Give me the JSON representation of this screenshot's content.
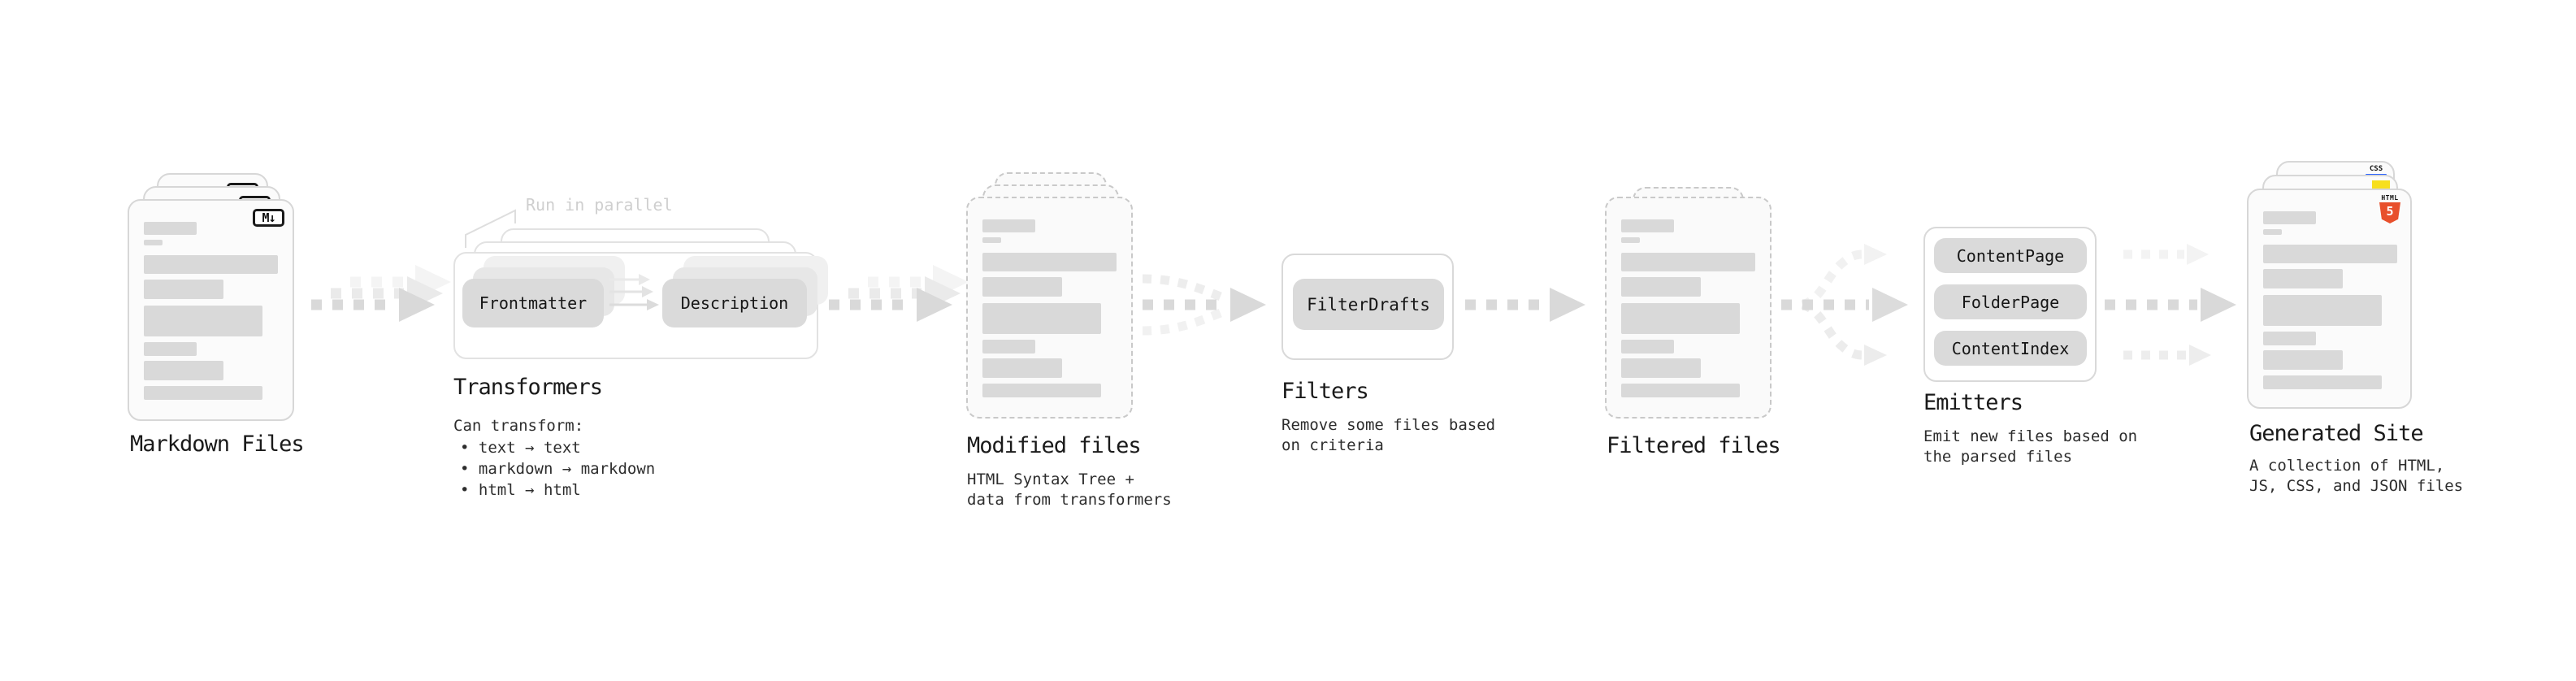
{
  "diagram": {
    "markdown_files": {
      "label": "Markdown Files",
      "badge": "M↓"
    },
    "transformers": {
      "annotation": "Run in parallel",
      "pill_left": "Frontmatter",
      "pill_right": "Description",
      "heading": "Transformers",
      "subheading": "Can transform:",
      "bullets": [
        "• text → text",
        "• markdown → markdown",
        "• html → html"
      ]
    },
    "modified_files": {
      "heading": "Modified files",
      "description": "HTML Syntax Tree +\ndata from transformers"
    },
    "filters": {
      "heading": "Filters",
      "pill": "FilterDrafts",
      "description": "Remove some files based\non criteria"
    },
    "filtered_files": {
      "heading": "Filtered files"
    },
    "emitters": {
      "heading": "Emitters",
      "pills": [
        "ContentPage",
        "FolderPage",
        "ContentIndex"
      ],
      "description": "Emit new files based on\nthe parsed files"
    },
    "generated_site": {
      "heading": "Generated Site",
      "description": "A collection of HTML,\nJS, CSS, and JSON files",
      "badges": {
        "css_label": "CSS",
        "html_label": "HTML",
        "html_number": "5"
      }
    }
  },
  "file_card_bars": [
    [
      65,
      16,
      6
    ],
    [
      23,
      7,
      12
    ],
    [
      165,
      23,
      7
    ],
    [
      98,
      24,
      8
    ],
    [
      146,
      38,
      7
    ],
    [
      65,
      17,
      6
    ],
    [
      98,
      24,
      7
    ],
    [
      146,
      17,
      0
    ]
  ],
  "colors": {
    "dash_dark": "#d9d9d9",
    "dash_light": "#ededed",
    "dash_lighter": "#f4f4f4",
    "html5_orange": "#e8502c",
    "js_yellow": "#f7df1e",
    "css_blue": "#2962ff"
  }
}
